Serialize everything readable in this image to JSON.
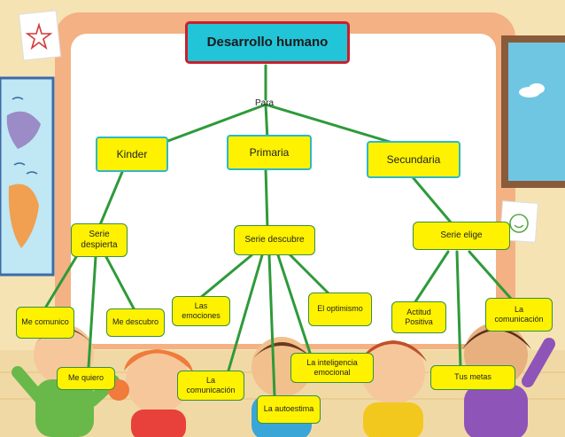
{
  "colors": {
    "root_fill": "#22c4d8",
    "root_border": "#c8202c",
    "node_fill": "#fef200",
    "node_border": "#3a8f3e",
    "connector": "#2e9a3a",
    "classroom_wall": "#f6e3b4",
    "board": "#ffffff"
  },
  "diagram": {
    "root": "Desarrollo humano",
    "connector_word": "Para",
    "levels": [
      {
        "label": "Kinder",
        "stage": "Serie despierta",
        "items": [
          "Me comunico",
          "Me quiero",
          "Me descubro"
        ]
      },
      {
        "label": "Primaria",
        "stage": "Serie  descubre",
        "items": [
          "Las emociones",
          "La comunicación",
          "La autoestima",
          "La inteligencia emocional",
          "El optimismo"
        ]
      },
      {
        "label": "Secundaria",
        "stage": "Serie elige",
        "items": [
          "Actitud Positiva",
          "Tus metas",
          "La comunicación"
        ]
      }
    ]
  }
}
